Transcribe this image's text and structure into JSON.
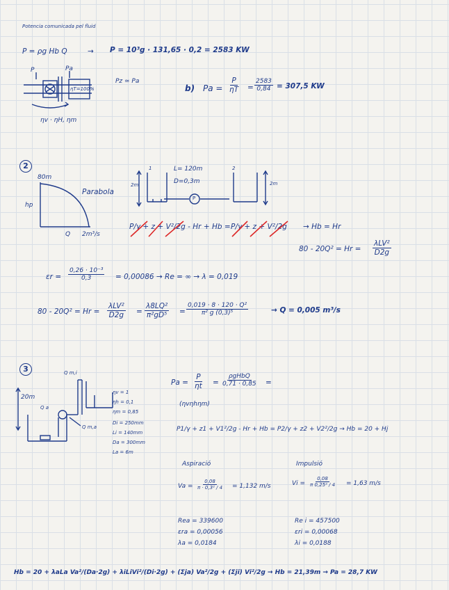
{
  "s1": {
    "title": "Potencia comunicada pel fluid",
    "p_formula": "P = ρg Hb Q",
    "arrow": "→",
    "p_value": "P = 10³g · 131,65 · 0,2 = 2583 KW",
    "label_p": "P",
    "label_pa": "Pa",
    "box": "ηT=100%",
    "pa_approx": "Pz ≃ Pa",
    "eff": "ηv · ηH, ηm",
    "b_label": "b)",
    "pa_eq": "Pa =",
    "p_num": "P",
    "p_den": "ηT",
    "v_num": "2583",
    "v_den": "0,84",
    "result": "= 307,5 KW"
  },
  "s2": {
    "num": "2",
    "y_top": "80m",
    "y_label": "hp",
    "curve": "Parabola",
    "x_label": "Q",
    "x_unit": "2m³/s",
    "tank1": "1",
    "tank2": "2",
    "len": "L= 120m",
    "dia": "D=0,3m",
    "h1": "2m",
    "h2": "2m",
    "pump": "P",
    "bern_lhs": "P/γ + z + V²/2g - Hr + Hb =",
    "bern_rhs": "P/γ + z + V²/2g",
    "bern_res": "→  Hb = Hr",
    "eq1": "80 - 20Q² = Hr =",
    "eq1_num": "λLV²",
    "eq1_den": "D2g",
    "er": "εr =",
    "er_num": "0,26 · 10⁻³",
    "er_den": "0,3",
    "er_res": "= 0,00086  →  Re = ∞  →  λ = 0,019",
    "eq2": "80 - 20Q² = Hr =",
    "eq2_f1_num": "λLV²",
    "eq2_f1_den": "D2g",
    "eq2_f2_num": "λ8LQ²",
    "eq2_f2_den": "π²gD⁵",
    "eq2_f3_num": "0,019 · 8 · 120 · Q²",
    "eq2_f3_den": "π² g (0,3)⁵",
    "eq2_res": "→  Q = 0,005 m³/s"
  },
  "s3": {
    "num": "3",
    "h": "20m",
    "q_top": "Q m,i",
    "q_left": "Q a",
    "q_bot": "Q m,a",
    "params": [
      "ηv = 1",
      "ηh = 0,1",
      "ηm = 0,85",
      "Di = 250mm",
      "Li = 140mm",
      "Da = 300mm",
      "La = 6m"
    ],
    "pa_eq": "Pa =",
    "pa_num": "P",
    "pa_den": "ηt",
    "pa_eq2": "=",
    "pa2_num": "ρgHbQ",
    "pa2_den": "0,71 · 0,85",
    "pa_eq3": "=",
    "pa_sub": "(ηvηhηm)",
    "bern": "P1/γ + z1 + V1²/2g - Hr + Hb = P2/γ + z2 + V2²/2g  →  Hb = 20 + Hj",
    "asp": "Aspiració",
    "imp": "Impulsió",
    "va": "Va =",
    "va_num": "0,08",
    "va_den": "π · 0,3² / 4",
    "va_res": "= 1,132 m/s",
    "vi": "Vi =",
    "vi_num": "0,08",
    "vi_den": "π 0,25² / 4",
    "vi_res": "= 1,63 m/s",
    "rea": "Rea = 339600",
    "era": "εra = 0,00056",
    "la": "λa = 0,0184",
    "rei": "Re i = 457500",
    "eri": "εri = 0,00068",
    "li": "λi = 0,0188",
    "final": "Hb = 20 + λaLa Va²/(Da·2g) + λiLiVi²/(Di·2g) + (Σja) Va²/2g + (Σji) Vi²/2g  →  Hb = 21,39m  →  Pa = 28,7 KW"
  }
}
